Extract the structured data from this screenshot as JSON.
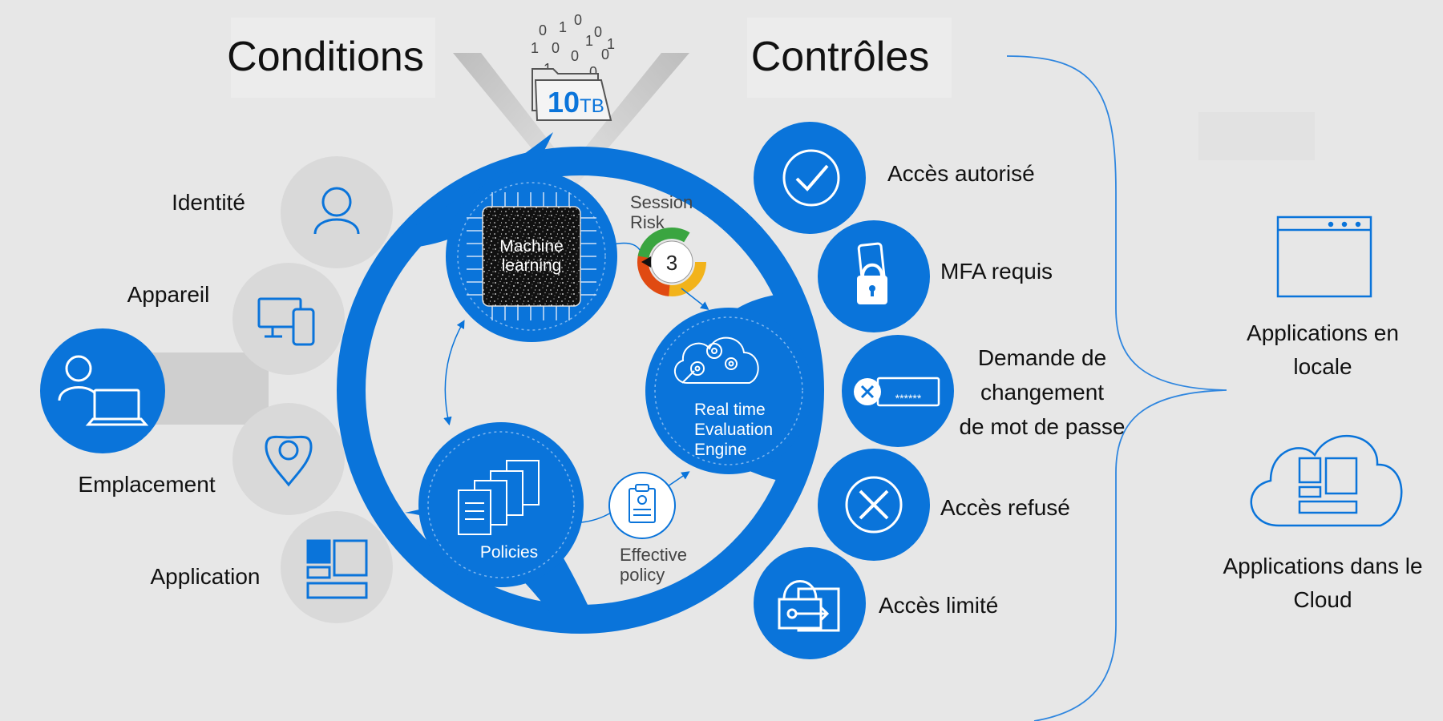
{
  "conditions": {
    "heading": "Conditions",
    "items": [
      {
        "label": "Identité",
        "icon": "person-icon"
      },
      {
        "label": "Appareil",
        "icon": "devices-icon"
      },
      {
        "label": "Emplacement",
        "icon": "location-pin-icon"
      },
      {
        "label": "Application",
        "icon": "app-tiles-icon"
      }
    ],
    "user_icon": "user-laptop-icon"
  },
  "data_source": {
    "amount": "10",
    "unit": "TB",
    "bits": [
      "0",
      "1",
      "0",
      "0",
      "1",
      "0",
      "0",
      "1",
      "0",
      "1",
      "0",
      "1"
    ]
  },
  "engine": {
    "machine_learning": [
      "Machine",
      "learning"
    ],
    "session_risk": [
      "Session",
      "Risk"
    ],
    "risk_score": "3",
    "evaluation": [
      "Real time",
      "Evaluation",
      "Engine"
    ],
    "policies": "Policies",
    "effective_policy": [
      "Effective",
      "policy"
    ]
  },
  "controls": {
    "heading": "Contrôles",
    "items": [
      {
        "label": "Accès autorisé",
        "icon": "checkmark-icon"
      },
      {
        "label": "MFA requis",
        "icon": "phone-lock-icon"
      },
      {
        "label_lines": [
          "Demande de",
          "changement",
          "de mot de passe"
        ],
        "icon": "password-reset-icon",
        "mask": "******"
      },
      {
        "label": "Accès refusé",
        "icon": "deny-x-icon"
      },
      {
        "label": "Accès limité",
        "icon": "limited-access-icon"
      }
    ]
  },
  "applications": {
    "on_prem": [
      "Applications en",
      "locale"
    ],
    "cloud": [
      "Applications dans le",
      "Cloud"
    ]
  },
  "colors": {
    "blue": "#0a74da",
    "light_circle": "#d9d9d9",
    "background": "#e7e7e7",
    "risk_yellow": "#f2b31b",
    "risk_red": "#e04a12",
    "risk_green": "#3aa540"
  }
}
